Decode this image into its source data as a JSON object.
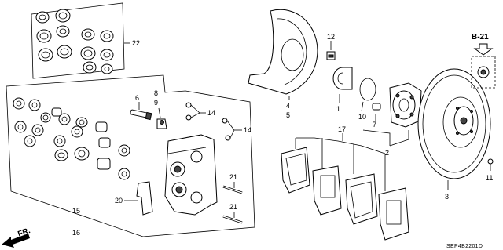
{
  "callouts": {
    "c1": "1",
    "c2": "2",
    "c3": "3",
    "c4": "4",
    "c5": "5",
    "c6": "6",
    "c7": "7",
    "c8": "8",
    "c9": "9",
    "c10": "10",
    "c11": "11",
    "c12": "12",
    "c14a": "14",
    "c14b": "14",
    "c15": "15",
    "c16": "16",
    "c17": "17",
    "c20": "20",
    "c21a": "21",
    "c21b": "21",
    "c22": "22"
  },
  "reference": "B-21",
  "direction_label": "FR.",
  "diagram_code": "SEP4B2201D"
}
